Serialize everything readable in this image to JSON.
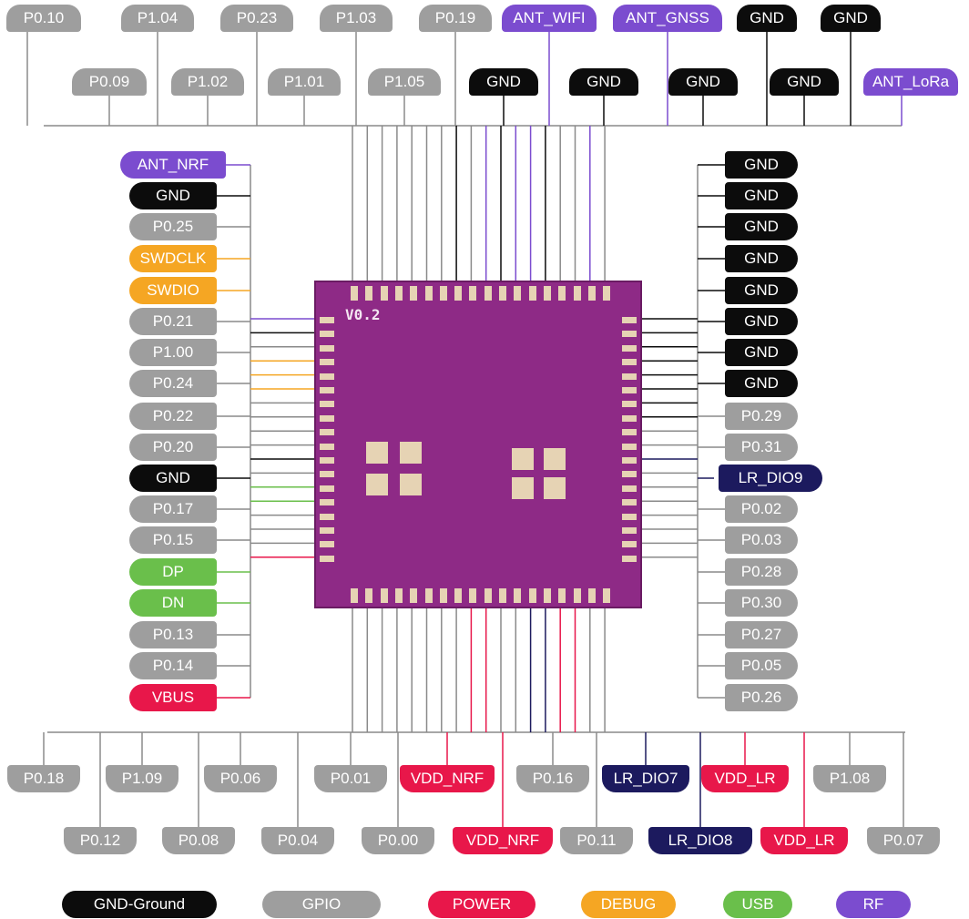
{
  "colors": {
    "gnd": "#0c0c0c",
    "gpio": "#9e9e9e",
    "power": "#e8174a",
    "debug": "#f5a623",
    "usb": "#6abf4b",
    "rf": "#7b4ccf",
    "lr": "#1c1a5e",
    "wire_default": "#8a8a8a",
    "chip": "#8e2a86"
  },
  "chip": {
    "version_label": "V0.2"
  },
  "top_row1": [
    {
      "label": "P0.10",
      "color": "gpio"
    },
    {
      "label": "P1.04",
      "color": "gpio"
    },
    {
      "label": "P0.23",
      "color": "gpio"
    },
    {
      "label": "P1.03",
      "color": "gpio"
    },
    {
      "label": "P0.19",
      "color": "gpio"
    },
    {
      "label": "ANT_WIFI",
      "color": "rf"
    },
    {
      "label": "ANT_GNSS",
      "color": "rf"
    },
    {
      "label": "GND",
      "color": "gnd"
    },
    {
      "label": "GND",
      "color": "gnd"
    }
  ],
  "top_row2": [
    {
      "label": "P0.09",
      "color": "gpio"
    },
    {
      "label": "P1.02",
      "color": "gpio"
    },
    {
      "label": "P1.01",
      "color": "gpio"
    },
    {
      "label": "P1.05",
      "color": "gpio"
    },
    {
      "label": "GND",
      "color": "gnd"
    },
    {
      "label": "GND",
      "color": "gnd"
    },
    {
      "label": "GND",
      "color": "gnd"
    },
    {
      "label": "GND",
      "color": "gnd"
    },
    {
      "label": "ANT_LoRa",
      "color": "rf"
    }
  ],
  "left_pins": [
    {
      "label": "ANT_NRF",
      "color": "rf"
    },
    {
      "label": "GND",
      "color": "gnd"
    },
    {
      "label": "P0.25",
      "color": "gpio"
    },
    {
      "label": "SWDCLK",
      "color": "debug"
    },
    {
      "label": "SWDIO",
      "color": "debug"
    },
    {
      "label": "P0.21",
      "color": "gpio"
    },
    {
      "label": "P1.00",
      "color": "gpio"
    },
    {
      "label": "P0.24",
      "color": "gpio"
    },
    {
      "label": "P0.22",
      "color": "gpio"
    },
    {
      "label": "P0.20",
      "color": "gpio"
    },
    {
      "label": "GND",
      "color": "gnd"
    },
    {
      "label": "P0.17",
      "color": "gpio"
    },
    {
      "label": "P0.15",
      "color": "gpio"
    },
    {
      "label": "DP",
      "color": "usb"
    },
    {
      "label": "DN",
      "color": "usb"
    },
    {
      "label": "P0.13",
      "color": "gpio"
    },
    {
      "label": "P0.14",
      "color": "gpio"
    },
    {
      "label": "VBUS",
      "color": "power"
    }
  ],
  "right_pins": [
    {
      "label": "GND",
      "color": "gnd"
    },
    {
      "label": "GND",
      "color": "gnd"
    },
    {
      "label": "GND",
      "color": "gnd"
    },
    {
      "label": "GND",
      "color": "gnd"
    },
    {
      "label": "GND",
      "color": "gnd"
    },
    {
      "label": "GND",
      "color": "gnd"
    },
    {
      "label": "GND",
      "color": "gnd"
    },
    {
      "label": "GND",
      "color": "gnd"
    },
    {
      "label": "P0.29",
      "color": "gpio"
    },
    {
      "label": "P0.31",
      "color": "gpio"
    },
    {
      "label": "LR_DIO9",
      "color": "lr"
    },
    {
      "label": "P0.02",
      "color": "gpio"
    },
    {
      "label": "P0.03",
      "color": "gpio"
    },
    {
      "label": "P0.28",
      "color": "gpio"
    },
    {
      "label": "P0.30",
      "color": "gpio"
    },
    {
      "label": "P0.27",
      "color": "gpio"
    },
    {
      "label": "P0.05",
      "color": "gpio"
    },
    {
      "label": "P0.26",
      "color": "gpio"
    }
  ],
  "bottom_row1": [
    {
      "label": "P0.18",
      "color": "gpio"
    },
    {
      "label": "P1.09",
      "color": "gpio"
    },
    {
      "label": "P0.06",
      "color": "gpio"
    },
    {
      "label": "P0.01",
      "color": "gpio"
    },
    {
      "label": "VDD_NRF",
      "color": "power"
    },
    {
      "label": "P0.16",
      "color": "gpio"
    },
    {
      "label": "LR_DIO7",
      "color": "lr"
    },
    {
      "label": "VDD_LR",
      "color": "power"
    },
    {
      "label": "P1.08",
      "color": "gpio"
    }
  ],
  "bottom_row2": [
    {
      "label": "P0.12",
      "color": "gpio"
    },
    {
      "label": "P0.08",
      "color": "gpio"
    },
    {
      "label": "P0.04",
      "color": "gpio"
    },
    {
      "label": "P0.00",
      "color": "gpio"
    },
    {
      "label": "VDD_NRF",
      "color": "power"
    },
    {
      "label": "P0.11",
      "color": "gpio"
    },
    {
      "label": "LR_DIO8",
      "color": "lr"
    },
    {
      "label": "VDD_LR",
      "color": "power"
    },
    {
      "label": "P0.07",
      "color": "gpio"
    }
  ],
  "legend": [
    {
      "label": "GND-Ground",
      "color": "gnd"
    },
    {
      "label": "GPIO",
      "color": "gpio"
    },
    {
      "label": "POWER",
      "color": "power"
    },
    {
      "label": "DEBUG",
      "color": "debug"
    },
    {
      "label": "USB",
      "color": "usb"
    },
    {
      "label": "RF",
      "color": "rf"
    }
  ]
}
